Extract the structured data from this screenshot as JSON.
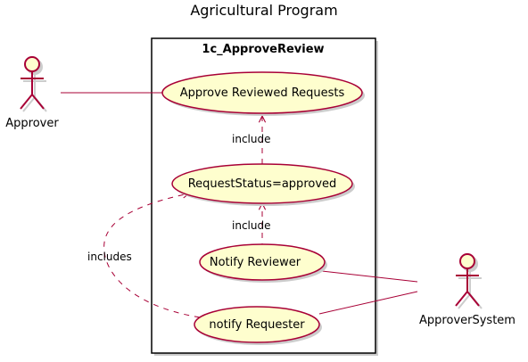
{
  "title": "Agricultural Program",
  "package": {
    "name": "1c_ApproveReview"
  },
  "actors": {
    "approver": "Approver",
    "approver_system": "ApproverSystem"
  },
  "use_cases": {
    "approve": "Approve Reviewed Requests",
    "status": "RequestStatus=approved",
    "notify_reviewer": "Notify Reviewer",
    "notify_requester": "notify Requester"
  },
  "edge_labels": {
    "include_1": "include",
    "include_2": "include",
    "includes": "includes"
  },
  "colors": {
    "use_case_fill": "#FEFECE",
    "border": "#A80036",
    "shadow": "#CCCCCC",
    "package_border": "#000000"
  }
}
